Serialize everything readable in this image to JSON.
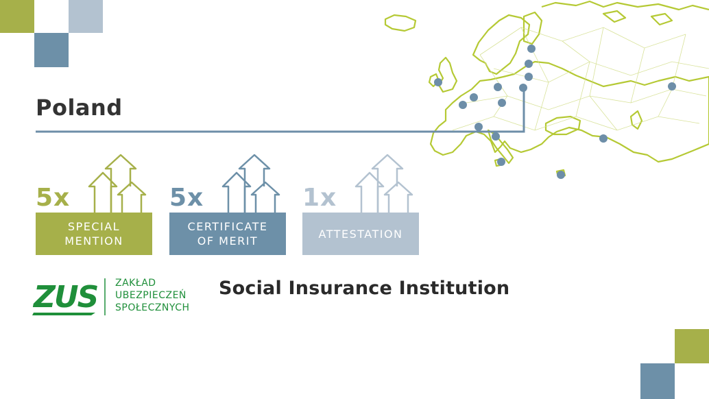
{
  "country": "Poland",
  "colors": {
    "green": "#a6b04a",
    "blue": "#6d90a8",
    "light_blue": "#b3c2d0",
    "map_line": "#b5c934",
    "dot": "#6d8ea8",
    "zus_green": "#1f8f3a"
  },
  "awards": [
    {
      "count": "5x",
      "label": "SPECIAL\nMENTION",
      "color": "#a6b04a"
    },
    {
      "count": "5x",
      "label": "CERTIFICATE\nOF MERIT",
      "color": "#6d90a8"
    },
    {
      "count": "1x",
      "label": "ATTESTATION",
      "color": "#b3c2d0"
    }
  ],
  "logo": {
    "mark": "ZUS",
    "name_pl": "ZAKŁAD\nUBEZPIECZEŃ\nSPOŁECZNYCH"
  },
  "institution": "Social Insurance Institution",
  "icons": [
    "three-arrows-up-icon",
    "europe-map-icon"
  ]
}
